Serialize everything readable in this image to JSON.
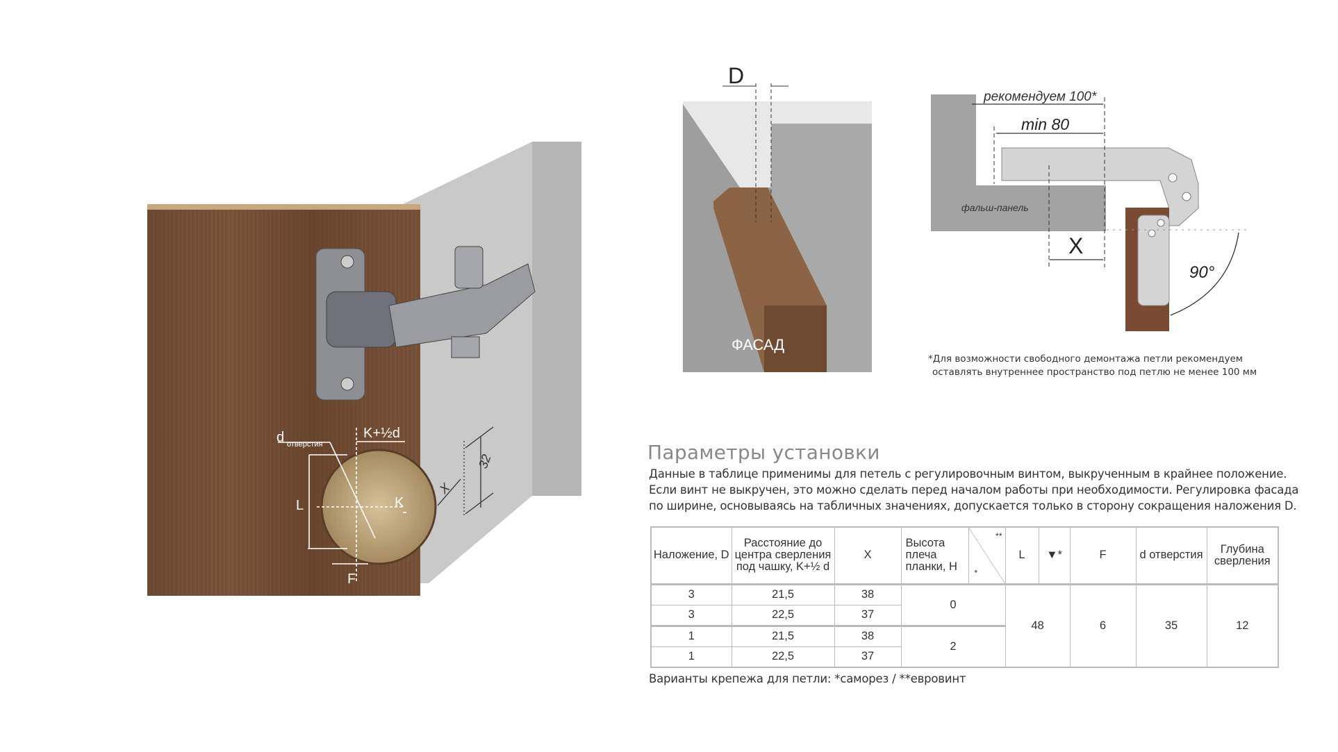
{
  "left_figure": {
    "labels": {
      "d": "d",
      "d_sub": "отверстия",
      "k_half_d": "K+½d",
      "k": "K",
      "l": "L",
      "f": "F",
      "x": "X",
      "spacing": "32"
    }
  },
  "middle_figure": {
    "d_label": "D",
    "facade_label": "ФАСАД"
  },
  "right_figure": {
    "recommend": "рекомендуем 100*",
    "min": "min 80",
    "false_panel": "фальш-панель",
    "x": "X",
    "angle": "90°",
    "footnote_1": "*Для возможности свободного демонтажа петли рекомендуем",
    "footnote_2": "оставлять внутреннее пространство под петлю не менее 100 мм"
  },
  "section": {
    "title": "Параметры установки",
    "paragraph": [
      "Данные в таблице применимы для петель с регулировочным винтом, выкрученным в крайнее положение.",
      "Если винт не выкручен, это можно сделать перед началом работы при необходимости. Регулировка фасада",
      "по ширине, основываясь на табличных значениях, допускается только в сторону сокращения наложения D."
    ]
  },
  "table": {
    "headers": {
      "overlay": "Наложение, D",
      "distance": "Расстояние до центра сверления под чашку, K+½ d",
      "x": "X",
      "height": "Высота плеча планки, H",
      "euro_mark": "**",
      "screw_mark": "*",
      "l": "L",
      "f": "F",
      "d": "d отверстия",
      "depth": "Глубина сверления"
    },
    "rows": [
      {
        "d": "3",
        "k": "21,5",
        "x": "38"
      },
      {
        "d": "3",
        "k": "22,5",
        "x": "37"
      },
      {
        "d": "1",
        "k": "21,5",
        "x": "38"
      },
      {
        "d": "1",
        "k": "22,5",
        "x": "37"
      }
    ],
    "h_values": [
      "0",
      "2"
    ],
    "l_value": "48",
    "f_value": "6",
    "hole_d": "35",
    "depth_value": "12"
  },
  "footer": "Варианты крепежа для петли: *саморез / **евровинт"
}
